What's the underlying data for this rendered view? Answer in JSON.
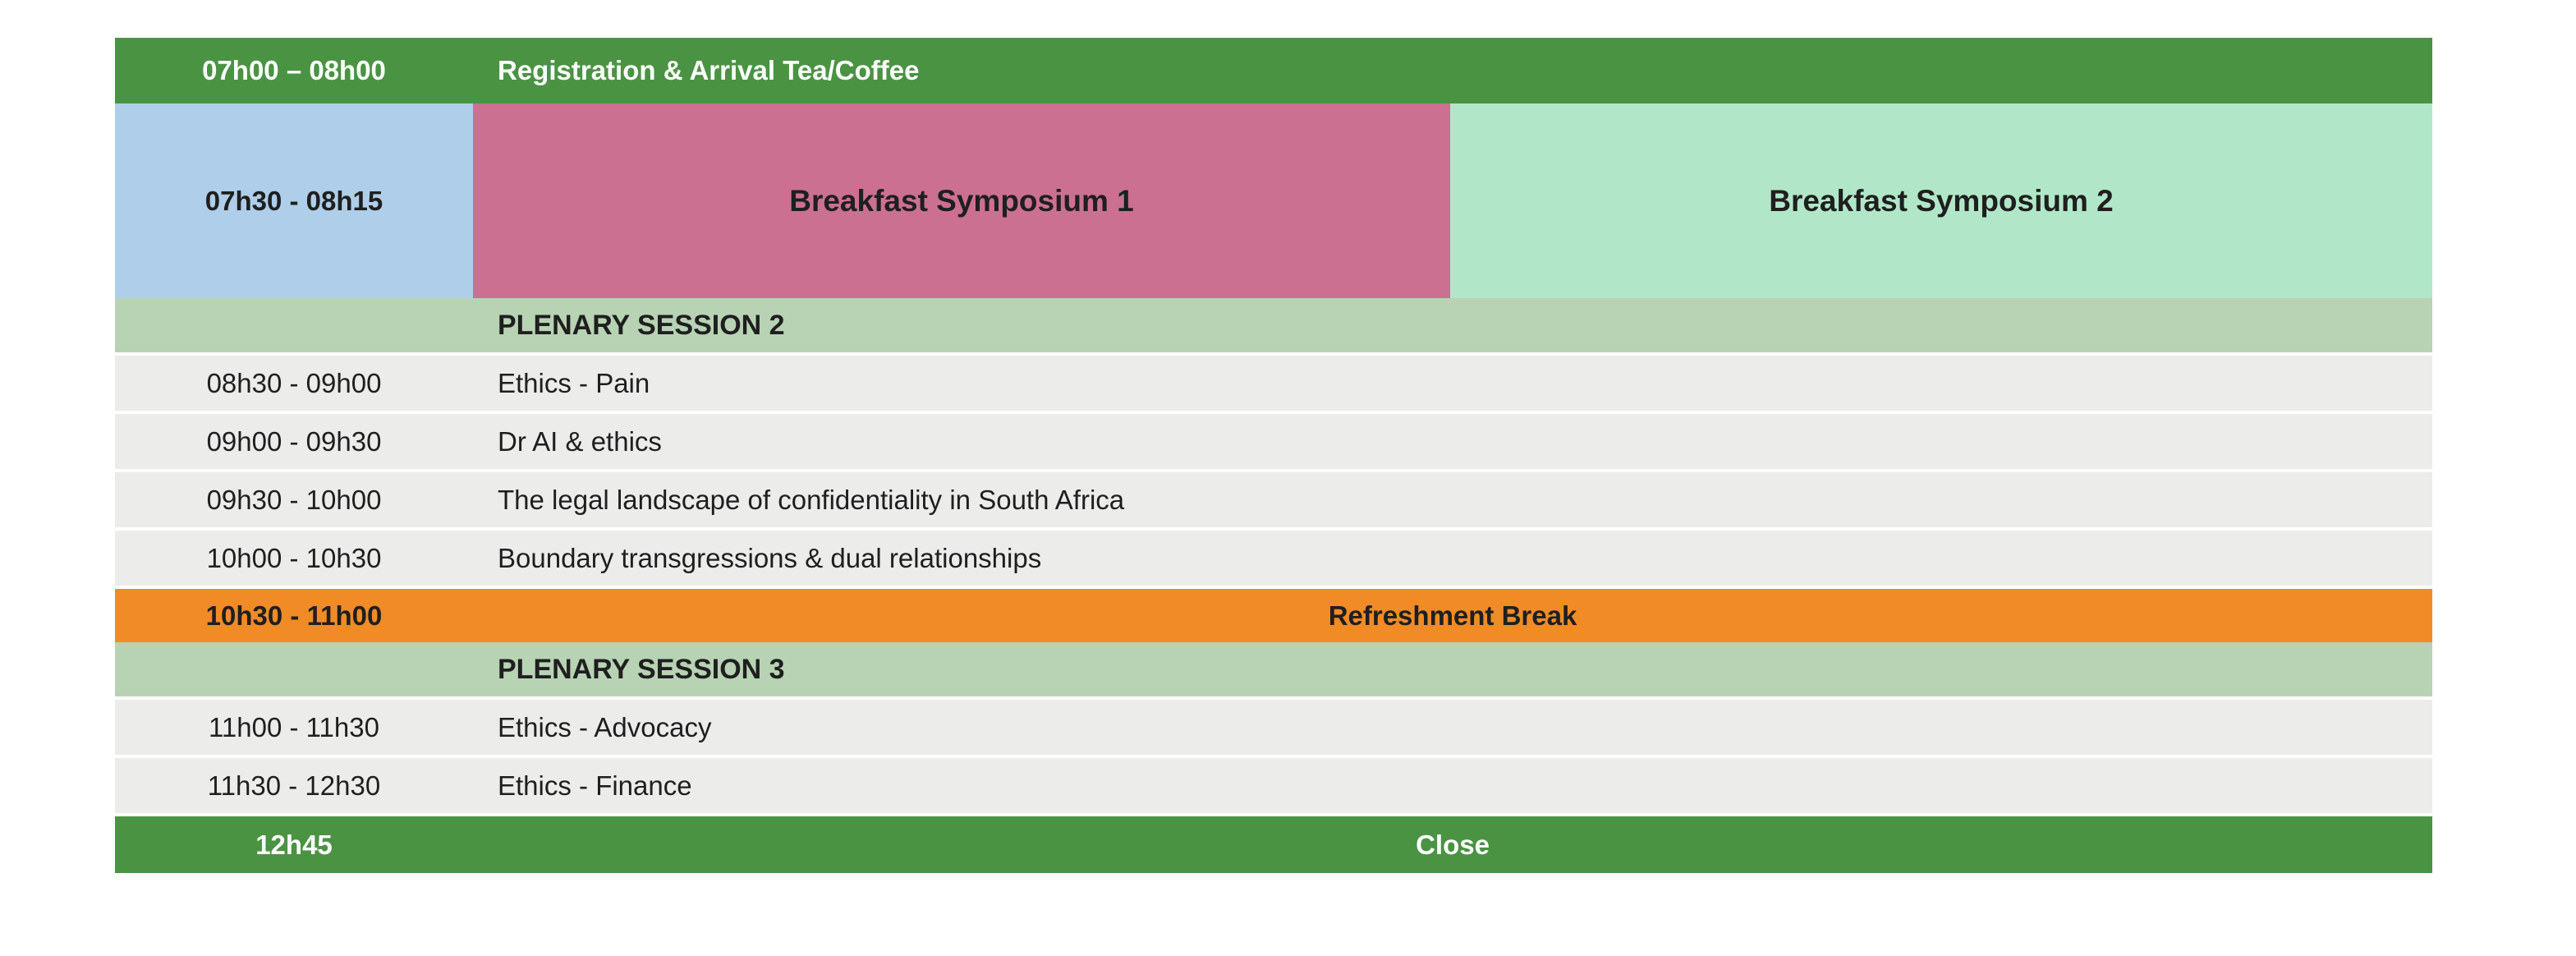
{
  "colors": {
    "header_green": "#4A9343",
    "time_blue": "#AECEE9",
    "symposium1_pink": "#CC7091",
    "symposium2_mint": "#B1E7C8",
    "section_green": "#B7D3B4",
    "item_gray": "#ECECEA",
    "break_orange": "#F18B26",
    "text_dark": "#1F1F1F",
    "text_white": "#FFFFFF"
  },
  "schedule": {
    "registration": {
      "time": "07h00 – 08h00",
      "label": "Registration & Arrival Tea/Coffee"
    },
    "breakfast": {
      "time": "07h30 - 08h15",
      "symposium1": "Breakfast Symposium 1",
      "symposium2": "Breakfast Symposium 2"
    },
    "plenary2": {
      "title": "PLENARY SESSION 2",
      "items": [
        {
          "time": "08h30 - 09h00",
          "label": "Ethics - Pain"
        },
        {
          "time": "09h00 - 09h30",
          "label": "Dr AI & ethics"
        },
        {
          "time": "09h30 - 10h00",
          "label": "The legal landscape of confidentiality in South Africa"
        },
        {
          "time": "10h00 - 10h30",
          "label": "Boundary transgressions & dual relationships"
        }
      ]
    },
    "refreshment_break": {
      "time": "10h30 - 11h00",
      "label": "Refreshment Break"
    },
    "plenary3": {
      "title": "PLENARY SESSION 3",
      "items": [
        {
          "time": "11h00 - 11h30",
          "label": "Ethics - Advocacy"
        },
        {
          "time": "11h30 - 12h30",
          "label": "Ethics - Finance"
        }
      ]
    },
    "close": {
      "time": "12h45",
      "label": "Close"
    }
  }
}
